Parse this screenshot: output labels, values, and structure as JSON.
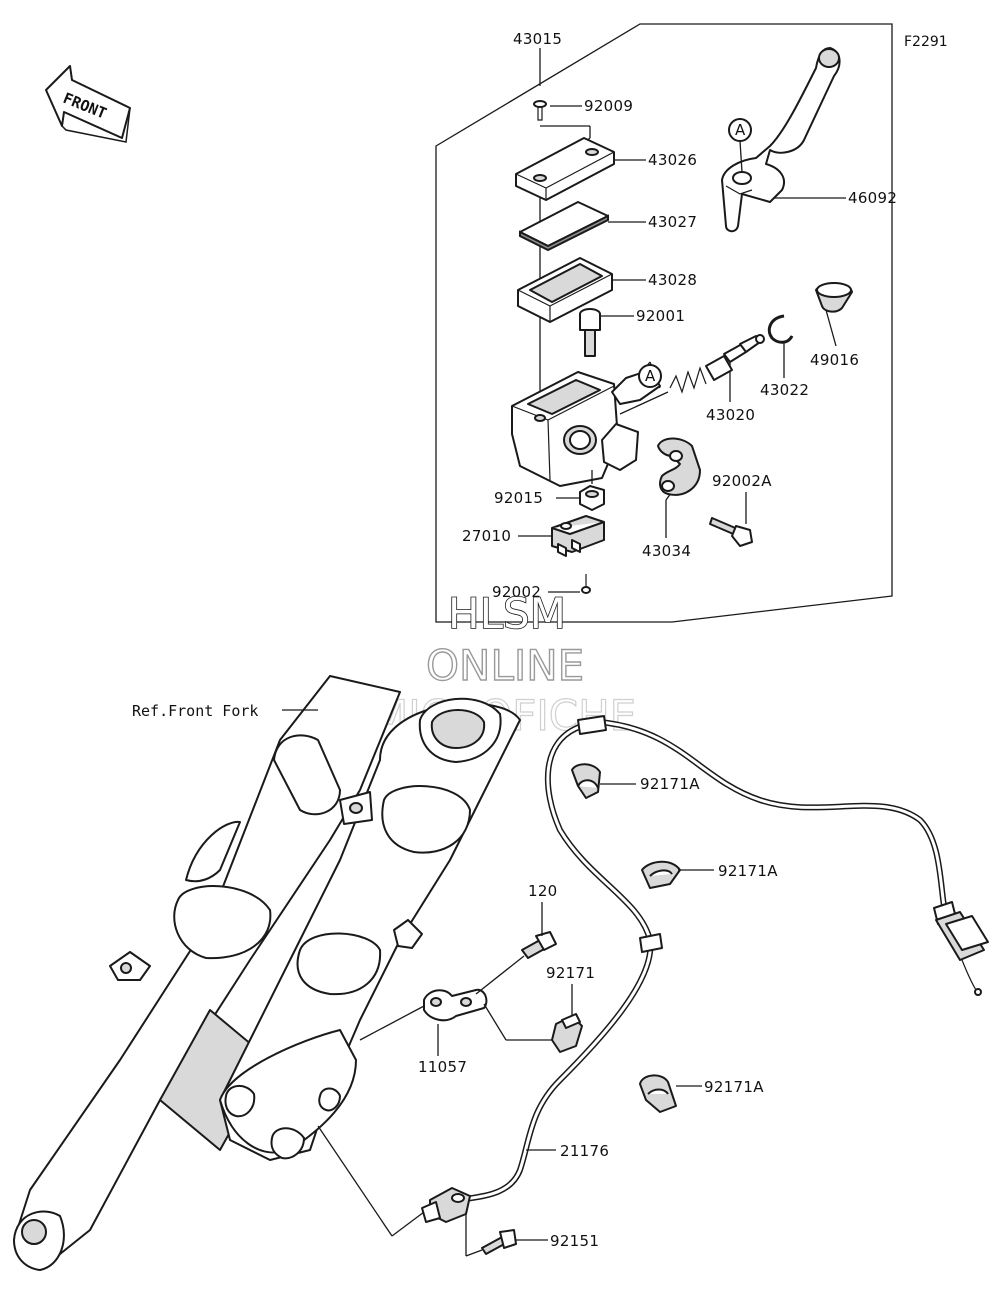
{
  "figure_code": "F2291",
  "front_arrow_text": "FRONT",
  "watermark": {
    "line1": "HLSM",
    "line2": "ONLINE",
    "line3": "MICROFICHE"
  },
  "reference_label": "Ref.Front Fork",
  "callout_letter": "A",
  "parts": {
    "p43015": "43015",
    "p92009": "92009",
    "p43026": "43026",
    "p43027": "43027",
    "p43028": "43028",
    "p92001": "92001",
    "p46092": "46092",
    "p49016": "49016",
    "p43022": "43022",
    "p43020": "43020",
    "p92002A": "92002A",
    "p92015": "92015",
    "p27010": "27010",
    "p43034": "43034",
    "p92002": "92002",
    "p92171A_1": "92171A",
    "p92171A_2": "92171A",
    "p92171A_3": "92171A",
    "p120": "120",
    "p92171": "92171",
    "p11057": "11057",
    "p21176": "21176",
    "p92151": "92151"
  }
}
